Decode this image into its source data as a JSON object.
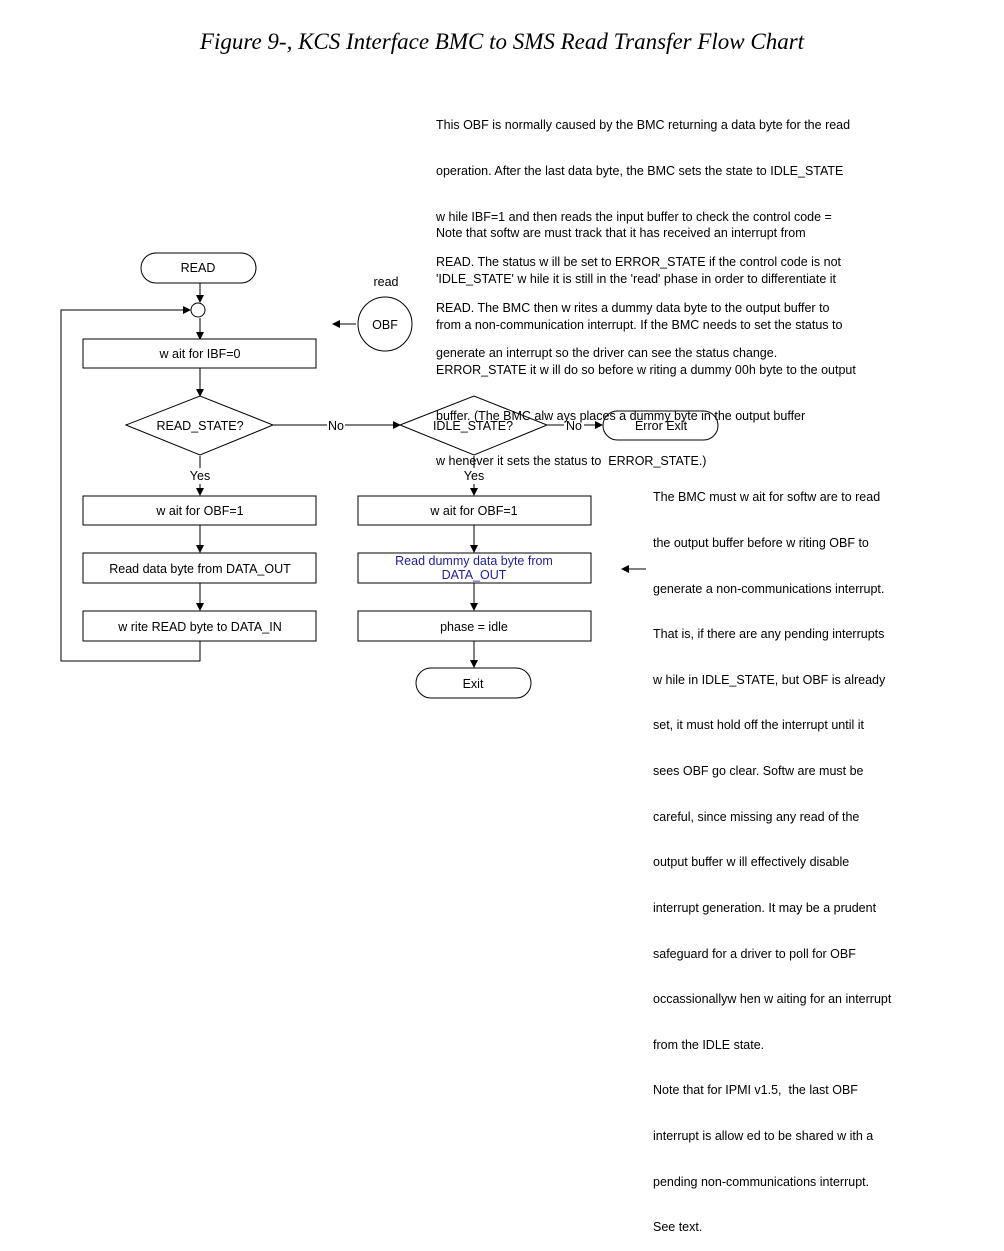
{
  "title": "Figure 9-, KCS Interface BMC to SMS Read Transfer Flow Chart",
  "nodes": {
    "start": "READ",
    "wait_ibf": "w ait for IBF=0",
    "read_state": "READ_STATE?",
    "idle_state": "IDLE_STATE?",
    "error_exit": "Error Exit",
    "wait_obf_left": "w ait for OBF=1",
    "wait_obf_right": "w ait for OBF=1",
    "read_data": "Read data byte from DATA_OUT",
    "read_dummy": [
      "Read dummy data byte from",
      "DATA_OUT"
    ],
    "write_read": "w rite READ byte to DATA_IN",
    "phase_idle": "phase = idle",
    "exit": "Exit",
    "obf": "OBF",
    "read_label": "read"
  },
  "edges": {
    "no_1": "No",
    "no_2": "No",
    "yes_1": "Yes",
    "yes_2": "Yes"
  },
  "notes": {
    "top_para1": [
      "This OBF is normally caused by the BMC returning a data byte for the read",
      "operation. After the last data byte, the BMC sets the state to IDLE_STATE",
      "w hile IBF=1 and then reads the input buffer to check the control code =",
      "READ. The status w ill be set to ERROR_STATE if the control code is not",
      "READ. The BMC then w rites a dummy data byte to the output buffer to",
      "generate an interrupt so the driver can see the status change."
    ],
    "top_para2": [
      "Note that softw are must track that it has received an interrupt from",
      "'IDLE_STATE' w hile it is still in the 'read' phase in order to differentiate it",
      "from a non-communication interrupt. If the BMC needs to set the status to",
      "ERROR_STATE it w ill do so before w riting a dummy 00h byte to the output",
      "buffer. (The BMC alw ays places a dummy byte in the output buffer",
      "w henever it sets the status to  ERROR_STATE.)"
    ],
    "side": [
      "The BMC must w ait for softw are to read",
      "the output buffer before w riting OBF to",
      "generate a non-communications interrupt.",
      "That is, if there are any pending interrupts",
      "w hile in IDLE_STATE, but OBF is already",
      "set, it must hold off the interrupt until it",
      "sees OBF go clear. Softw are must be",
      "careful, since missing any read of the",
      "output buffer w ill effectively disable",
      "interrupt generation. It may be a prudent",
      "safeguard for a driver to poll for OBF",
      "occassionallyw hen w aiting for an interrupt",
      "from the IDLE state.",
      "Note that for IPMI v1.5,  the last OBF",
      "interrupt is allow ed to be shared w ith a",
      "pending non-communications interrupt.",
      "See text."
    ]
  },
  "colors": {
    "line": "#000000",
    "highlight_text": "#1f1f8f"
  }
}
